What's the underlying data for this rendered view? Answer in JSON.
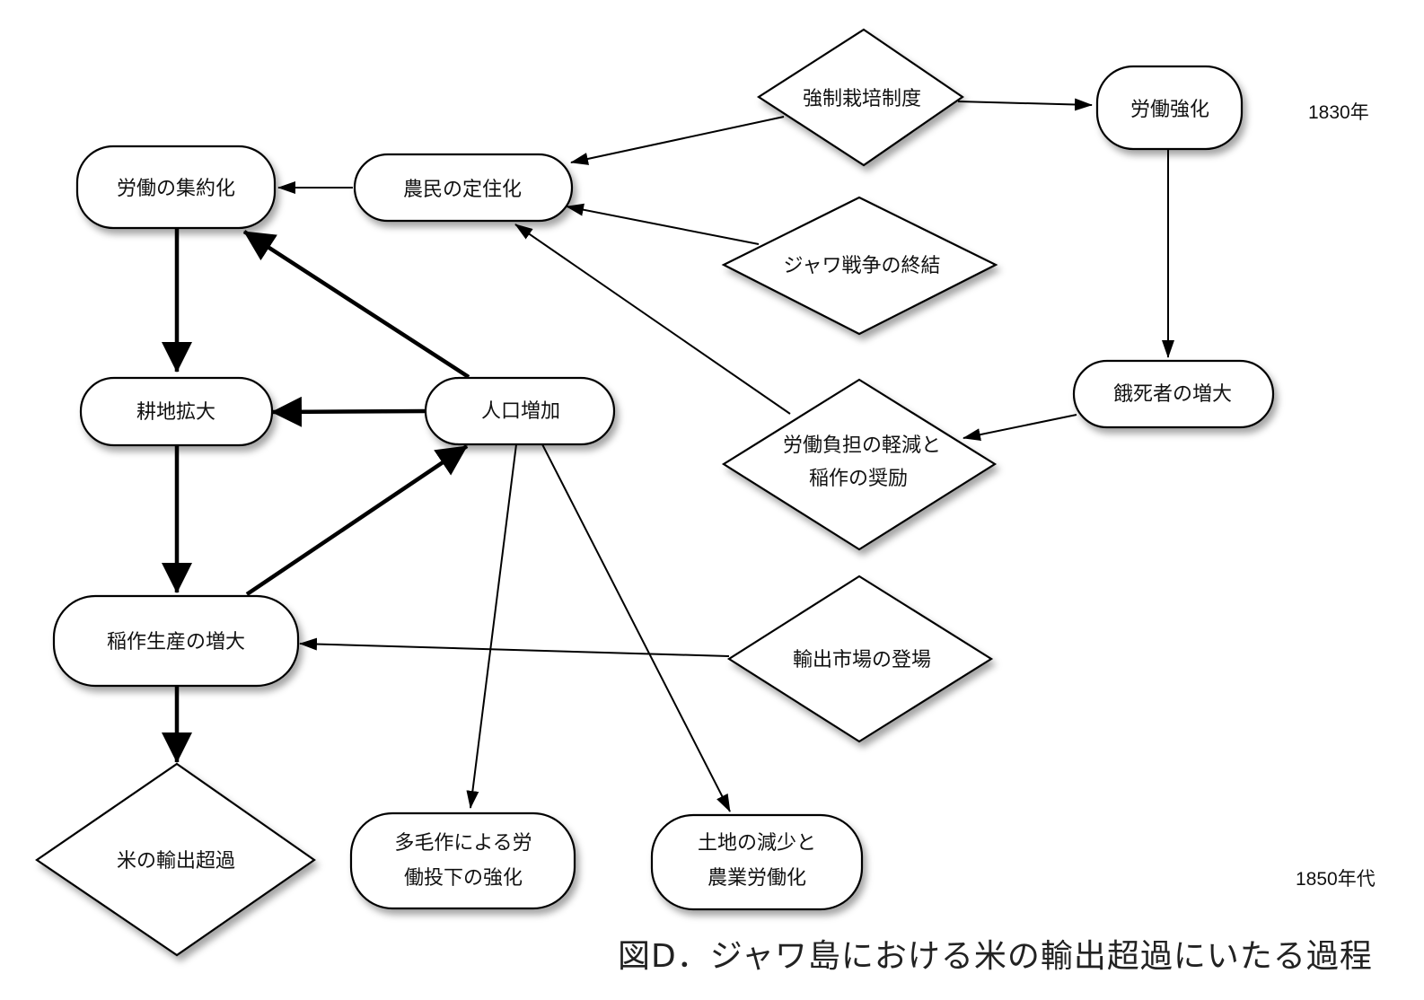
{
  "nodes": {
    "kyosei": "強制栽培制度",
    "rodo_kyoka": "労働強化",
    "nomin": "農民の定住化",
    "rodo_shuyaku": "労働の集約化",
    "java_war": "ジャワ戦争の終結",
    "gashi": "餓死者の増大",
    "keigen": [
      "労働負担の軽減と",
      "稲作の奨励"
    ],
    "kochi": "耕地拡大",
    "jinko": "人口増加",
    "inasaku": "稲作生産の増大",
    "yushutsu_shijo": "輸出市場の登場",
    "kome": "米の輸出超過",
    "tamosaku": [
      "多毛作による労",
      "働投下の強化"
    ],
    "tochi": [
      "土地の減少と",
      "農業労働化"
    ]
  },
  "timeline": {
    "start": "1830年",
    "end": "1850年代"
  },
  "caption": "図D．ジャワ島における米の輸出超過にいたる過程"
}
